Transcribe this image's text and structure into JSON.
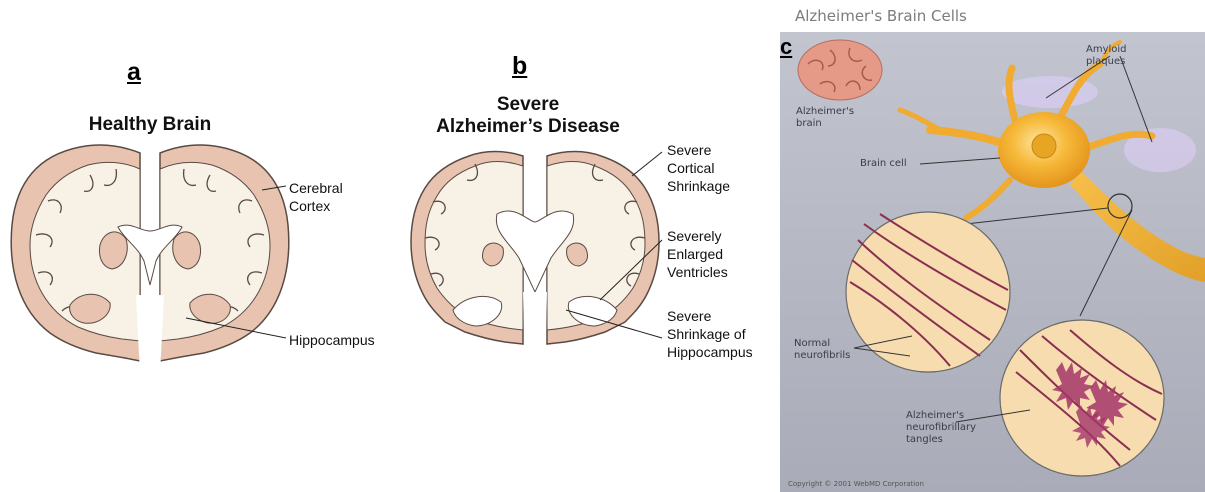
{
  "panel_a": {
    "letter": "a",
    "title": "Healthy Brain",
    "labels": {
      "cerebral_cortex": [
        "Cerebral",
        "Cortex"
      ],
      "hippocampus": "Hippocampus"
    }
  },
  "panel_b": {
    "letter": "b",
    "title": [
      "Severe",
      "Alzheimer’s Disease"
    ],
    "labels": {
      "cortical_shrinkage": [
        "Severe",
        "Cortical",
        "Shrinkage"
      ],
      "enlarged_ventricles": [
        "Severely",
        "Enlarged",
        "Ventricles"
      ],
      "hippocampus_shrinkage": [
        "Severe",
        "Shrinkage of",
        "Hippocampus"
      ]
    }
  },
  "panel_c": {
    "letter": "c",
    "title": "Alzheimer's Brain Cells",
    "labels": {
      "amyloid": [
        "Amyloid",
        "plaques"
      ],
      "alz_brain": [
        "Alzheimer's",
        "brain"
      ],
      "brain_cell": "Brain cell",
      "normal": [
        "Normal",
        "neurofibrils"
      ],
      "tangles": [
        "Alzheimer's",
        "neurofibrillary",
        "tangles"
      ]
    },
    "copyright": "Copyright © 2001 WebMD Corporation"
  },
  "colors": {
    "cortex_pink": "#e8c4b0",
    "white_matter": "#f7f1e6",
    "outline": "#5a4a44",
    "panel_c_bg": "#b6b8c4",
    "neuron": "#f2b235",
    "circle_fill": "#f6dcae",
    "fibril": "#8a2f52"
  }
}
